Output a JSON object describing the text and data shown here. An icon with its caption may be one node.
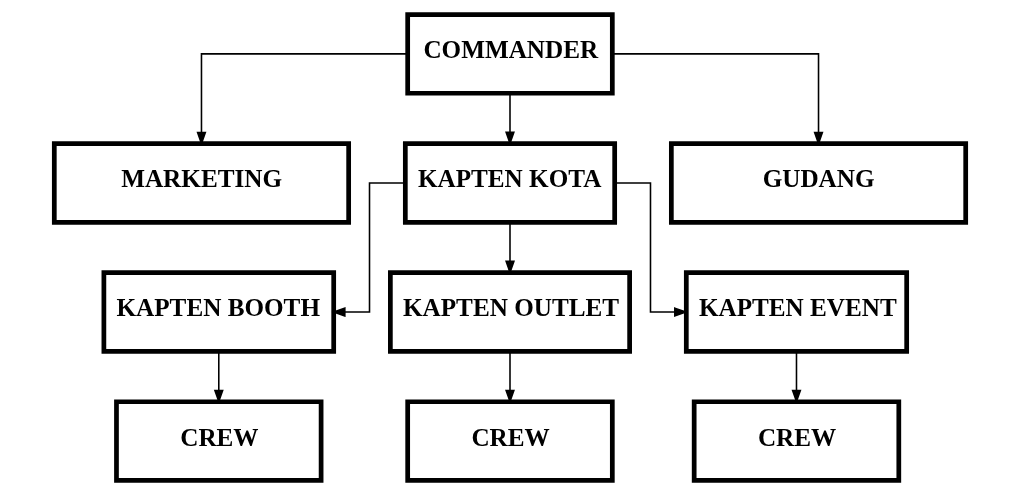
{
  "diagram": {
    "nodes": [
      {
        "text": [
          "COMMANDER"
        ]
      },
      {
        "text": [
          "MARKETING"
        ]
      },
      {
        "text": [
          "KAPTEN KOTA"
        ]
      },
      {
        "text": [
          "GUDANG"
        ]
      },
      {
        "text": [
          "KAPTEN BOOTH"
        ]
      },
      {
        "text": [
          "KAPTEN OUTLET"
        ]
      },
      {
        "text": [
          "KAPTEN EVENT"
        ]
      },
      {
        "text": [
          "CREW"
        ]
      },
      {
        "text": [
          "CREW"
        ]
      },
      {
        "text": [
          "CREW"
        ]
      }
    ],
    "edges": [
      {
        "from": 0,
        "to": 1,
        "arrow": "to"
      },
      {
        "from": 0,
        "to": 2,
        "arrow": "to"
      },
      {
        "from": 0,
        "to": 3,
        "arrow": "to"
      },
      {
        "from": 2,
        "to": 4,
        "arrow": "to"
      },
      {
        "from": 2,
        "to": 5,
        "arrow": "to"
      },
      {
        "from": 2,
        "to": 6,
        "arrow": "to"
      },
      {
        "from": 4,
        "to": 7,
        "arrow": "to"
      },
      {
        "from": 5,
        "to": 8,
        "arrow": "to"
      },
      {
        "from": 6,
        "to": 9,
        "arrow": "to"
      }
    ]
  }
}
